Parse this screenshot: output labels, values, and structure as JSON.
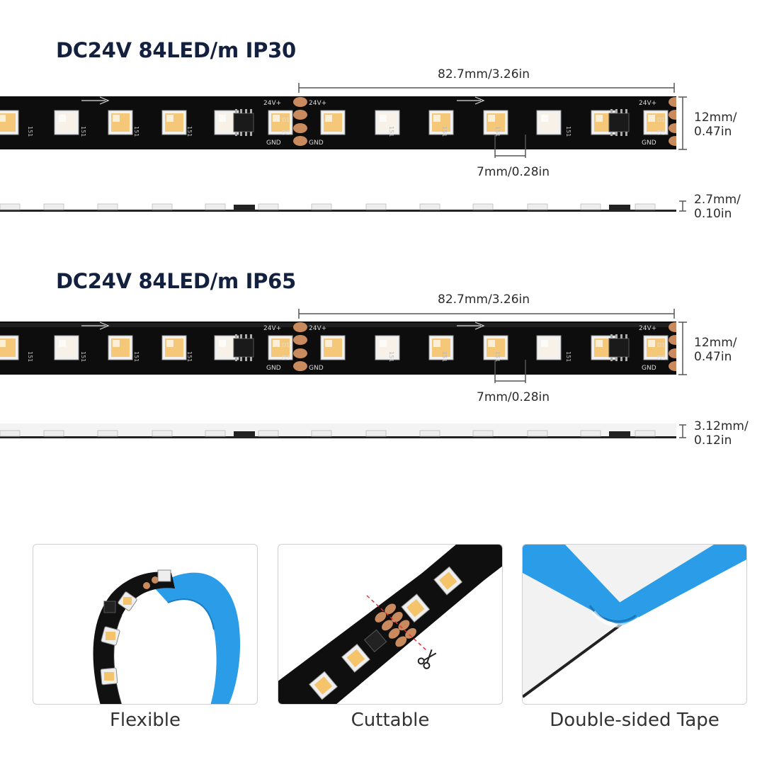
{
  "sections": [
    {
      "title": "DC24V 84LED/m IP30",
      "segment_length": "82.7mm/3.26in",
      "pad_width": "7mm/0.28in",
      "strip_width": [
        "12mm/",
        "0.47in"
      ],
      "strip_height": [
        "2.7mm/",
        "0.10in"
      ],
      "pad_labels": {
        "plus": "24V+",
        "d1": "D1",
        "d2": "D2",
        "gnd": "GND"
      },
      "resistor_label": "151"
    },
    {
      "title": "DC24V 84LED/m IP65",
      "segment_length": "82.7mm/3.26in",
      "pad_width": "7mm/0.28in",
      "strip_width": [
        "12mm/",
        "0.47in"
      ],
      "strip_height": [
        "3.12mm/",
        "0.12in"
      ],
      "pad_labels": {
        "plus": "24V+",
        "d1": "D1",
        "d2": "D2",
        "gnd": "GND"
      },
      "resistor_label": "151"
    }
  ],
  "features": [
    {
      "label": "Flexible",
      "icon": "flexible-strip-photo"
    },
    {
      "label": "Cuttable",
      "icon": "cut-strip-photo"
    },
    {
      "label": "Double-sided Tape",
      "icon": "tape-photo"
    }
  ],
  "colors": {
    "title": "#13213f",
    "strip": "#0d0d0d",
    "pad": "#c98a5e",
    "tape": "#2b9de8",
    "led_warm": "#f4c36a"
  }
}
